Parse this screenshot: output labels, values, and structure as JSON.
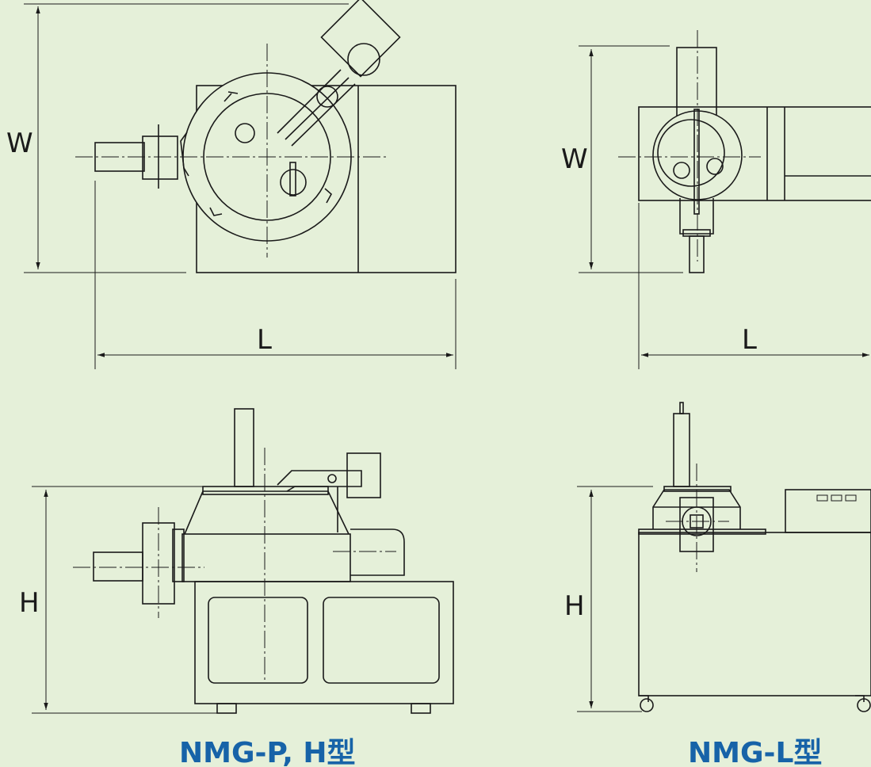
{
  "dimensions": {
    "top_left": {
      "width": "W",
      "length": "L"
    },
    "top_right": {
      "width": "W",
      "length": "L"
    },
    "bottom_left": {
      "height": "H"
    },
    "bottom_right": {
      "height": "H"
    }
  },
  "captions": {
    "left": "NMG-P, H型",
    "right": "NMG-L型"
  },
  "colors": {
    "background": "#e5f0d9",
    "line": "#1a1a1a",
    "caption": "#1763a8"
  }
}
